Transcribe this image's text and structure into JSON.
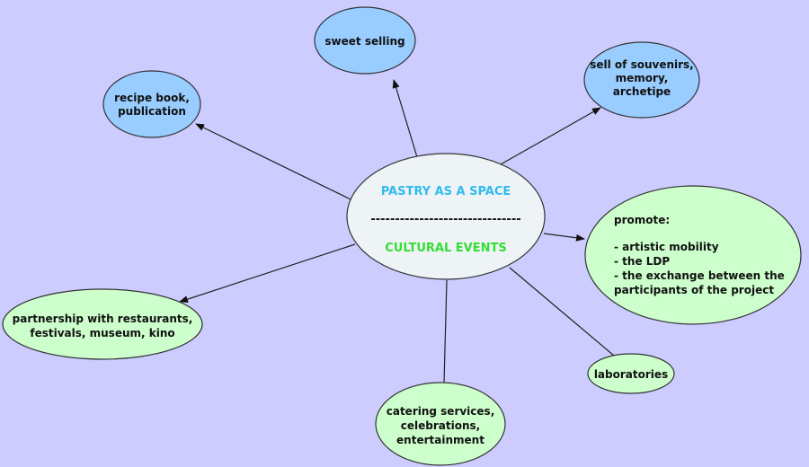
{
  "colors": {
    "background": "#ccccff",
    "blue_node": "#99ccff",
    "green_node": "#ccffcc",
    "center_node": "#eef4f6",
    "title_blue": "#33bbee",
    "title_green": "#33dd33"
  },
  "center": {
    "title": "PASTRY AS A SPACE",
    "divider": "-------------------------------",
    "subtitle": "CULTURAL EVENTS"
  },
  "nodes": {
    "sweet_selling": [
      "sweet selling"
    ],
    "souvenirs": [
      "sell of souvenirs,",
      "memory,",
      "archetipe"
    ],
    "recipe_book": [
      "recipe book,",
      "publication"
    ],
    "promote": [
      "promote:",
      "",
      "- artistic mobility",
      "- the LDP",
      "- the exchange between the",
      "participants of the project"
    ],
    "partnership": [
      "partnership with restaurants,",
      "festivals, museum, kino"
    ],
    "laboratories": [
      "laboratories"
    ],
    "catering": [
      "catering services,",
      "celebrations,",
      "entertainment"
    ]
  }
}
